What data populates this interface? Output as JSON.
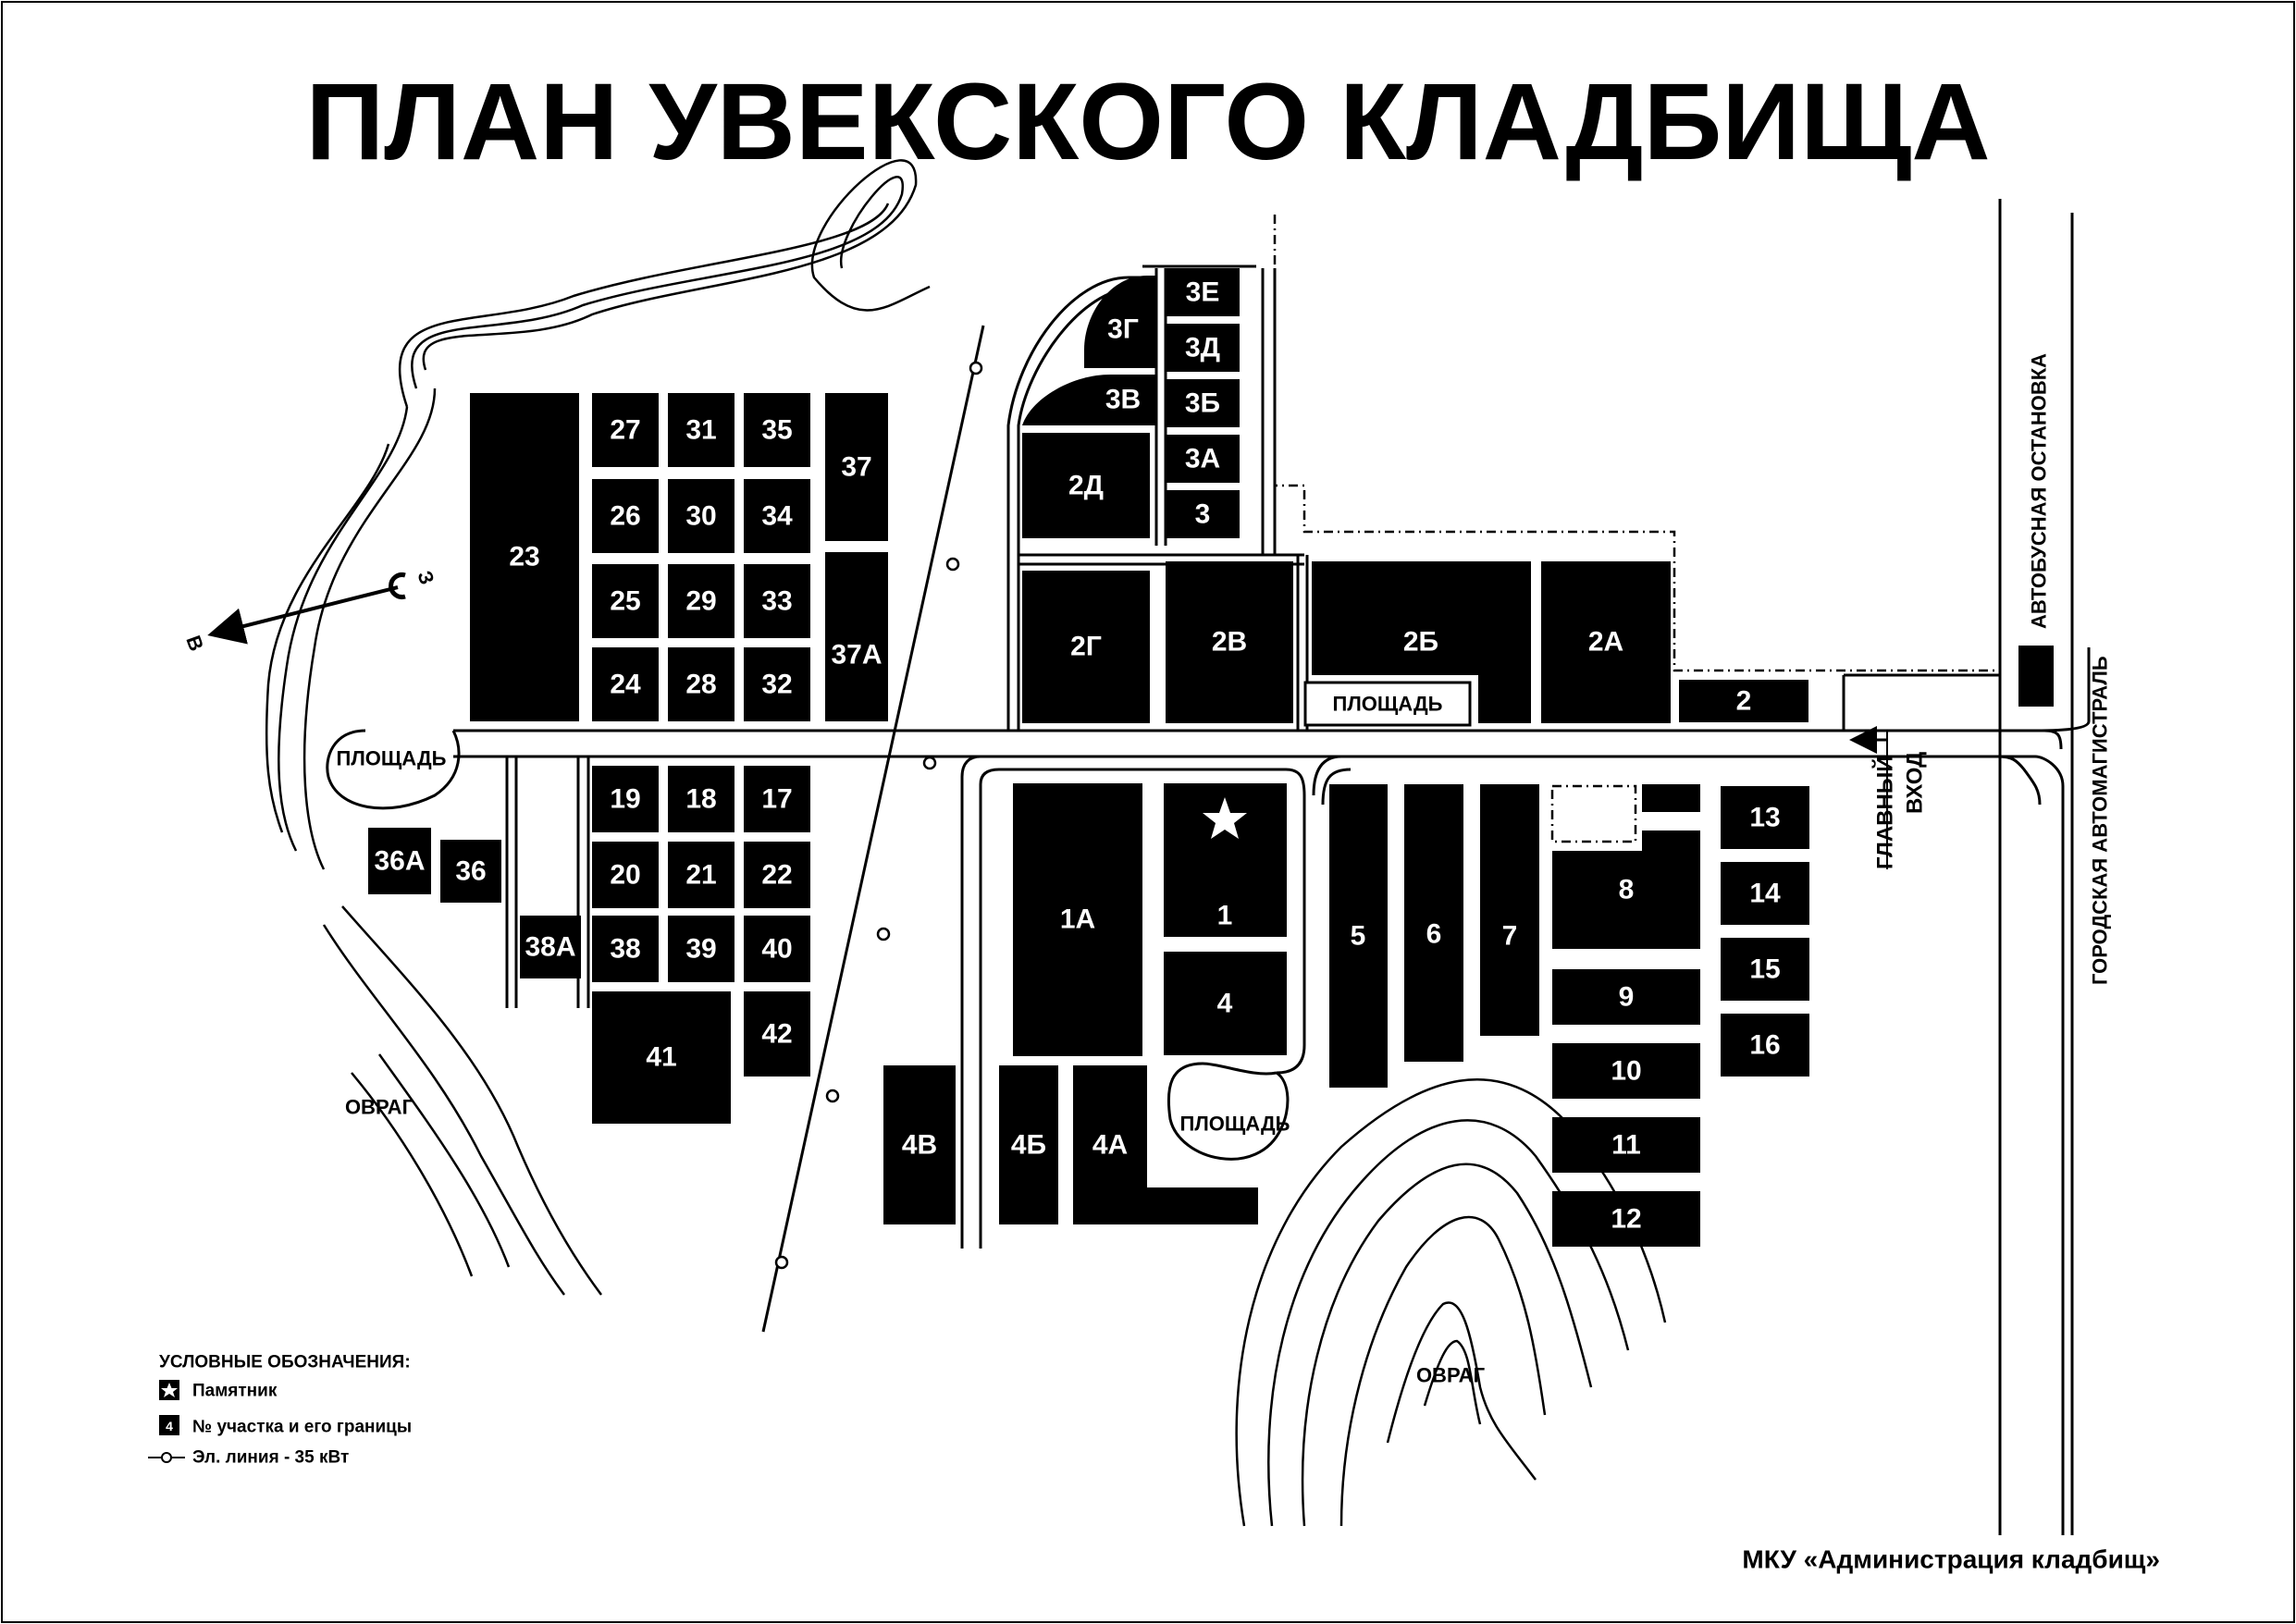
{
  "title": "ПЛАН УВЕКСКОГО КЛАДБИЩА",
  "plots": {
    "p23": "23",
    "p27": "27",
    "p31": "31",
    "p35": "35",
    "p37": "37",
    "p26": "26",
    "p30": "30",
    "p34": "34",
    "p25": "25",
    "p29": "29",
    "p33": "33",
    "p37a": "37А",
    "p24": "24",
    "p28": "28",
    "p32": "32",
    "p19": "19",
    "p18": "18",
    "p17": "17",
    "p20": "20",
    "p21": "21",
    "p22": "22",
    "p38": "38",
    "p39": "39",
    "p40": "40",
    "p41": "41",
    "p42": "42",
    "p36a": "36А",
    "p36": "36",
    "p38a": "38А",
    "p3e": "3Е",
    "p3d": "3Д",
    "p3g": "3Г",
    "p3v": "3В",
    "p3b": "3Б",
    "p3a": "3А",
    "p3": "3",
    "p2d": "2Д",
    "p2g": "2Г",
    "p2v": "2В",
    "p2b": "2Б",
    "p2a": "2А",
    "p2": "2",
    "p1a": "1А",
    "p1": "1",
    "p4": "4",
    "p5": "5",
    "p6": "6",
    "p7": "7",
    "p8": "8",
    "p9": "9",
    "p10": "10",
    "p11": "11",
    "p12": "12",
    "p13": "13",
    "p14": "14",
    "p15": "15",
    "p16": "16",
    "p4v": "4В",
    "p4b": "4Б",
    "p4a": "4А"
  },
  "labels": {
    "square_left": "ПЛОЩАДЬ",
    "square_top": "ПЛОЩАДЬ",
    "square_bottom": "ПЛОЩАДЬ",
    "ravine_left": "ОВРАГ",
    "ravine_bottom": "ОВРАГ",
    "main_entrance_1": "ГЛАВНЫЙ",
    "main_entrance_2": "ВХОД",
    "bus_stop": "АВТОБУСНАЯ ОСТАНОВКА",
    "highway": "ГОРОДСКАЯ АВТОМАГИСТРАЛЬ",
    "compass_w": "В",
    "compass_e": "З"
  },
  "legend": {
    "heading": "УСЛОВНЫЕ ОБОЗНАЧЕНИЯ:",
    "monument": "Памятник",
    "plot_sample": "4",
    "plot": "№ участка и его границы",
    "power_line": "Эл. линия - 35 кВт"
  },
  "footer": "МКУ «Администрация кладбищ»"
}
